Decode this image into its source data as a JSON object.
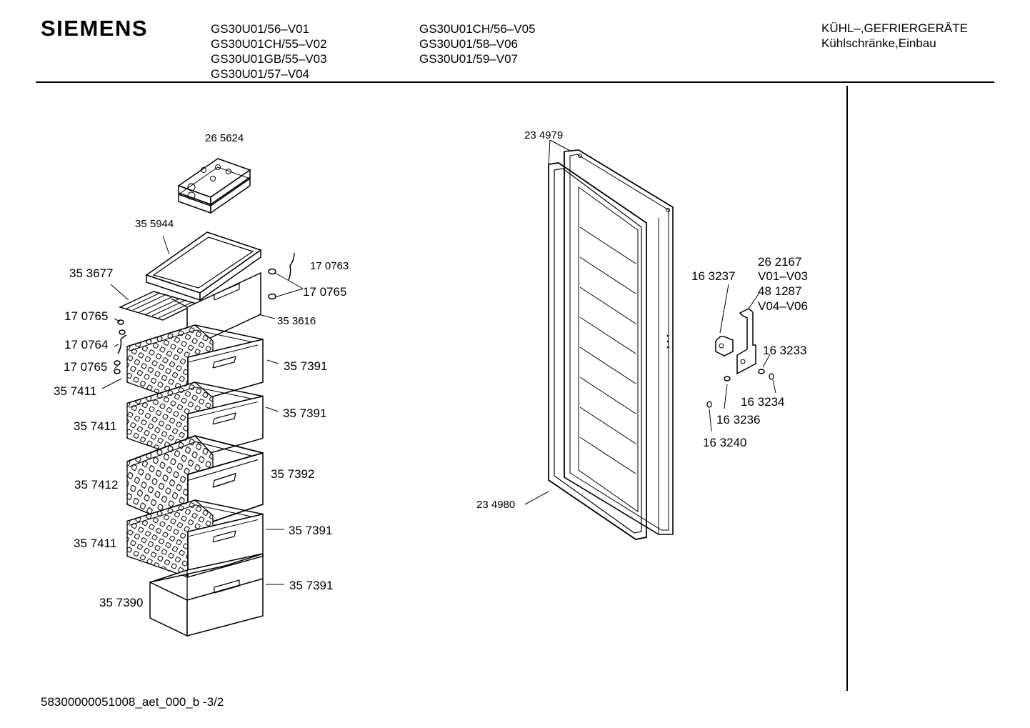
{
  "header": {
    "brand": "SIEMENS",
    "models_col1": [
      "GS30U01/56–V01",
      "GS30U01CH/55–V02",
      "GS30U01GB/55–V03",
      "GS30U01/57–V04"
    ],
    "models_col2": [
      "GS30U01CH/56–V05",
      "GS30U01/58–V06",
      "GS30U01/59–V07"
    ],
    "category_line1": "KÜHL–,GEFRIERGERÄTE",
    "category_line2": "Kühlschränke,Einbau"
  },
  "parts": {
    "p265624": "26 5624",
    "p355944": "35 5944",
    "p353677": "35 3677",
    "p170763": "17 0763",
    "p170765_right": "17 0765",
    "p170765_left_top": "17 0765",
    "p353616": "35 3616",
    "p170764": "17 0764",
    "p170765_left_bottom": "17 0765",
    "p357411_a": "35 7411",
    "p357391_a": "35 7391",
    "p357391_b": "35 7391",
    "p357411_b": "35 7411",
    "p357412": "35 7412",
    "p357392": "35 7392",
    "p357411_c": "35 7411",
    "p357391_c": "35 7391",
    "p357390": "35 7390",
    "p357391_d": "35 7391",
    "p234979": "23 4979",
    "p234980": "23 4980",
    "p163237": "16 3237",
    "p262167": "26 2167",
    "v01v03": "V01–V03",
    "p481287": "48 1287",
    "v04v06": "V04–V06",
    "p163233": "16 3233",
    "p163234": "16 3234",
    "p163236": "16 3236",
    "p163240": "16 3240"
  },
  "footer": {
    "doc_id": "58300000051008_aet_000_b",
    "page": "-3/2"
  }
}
